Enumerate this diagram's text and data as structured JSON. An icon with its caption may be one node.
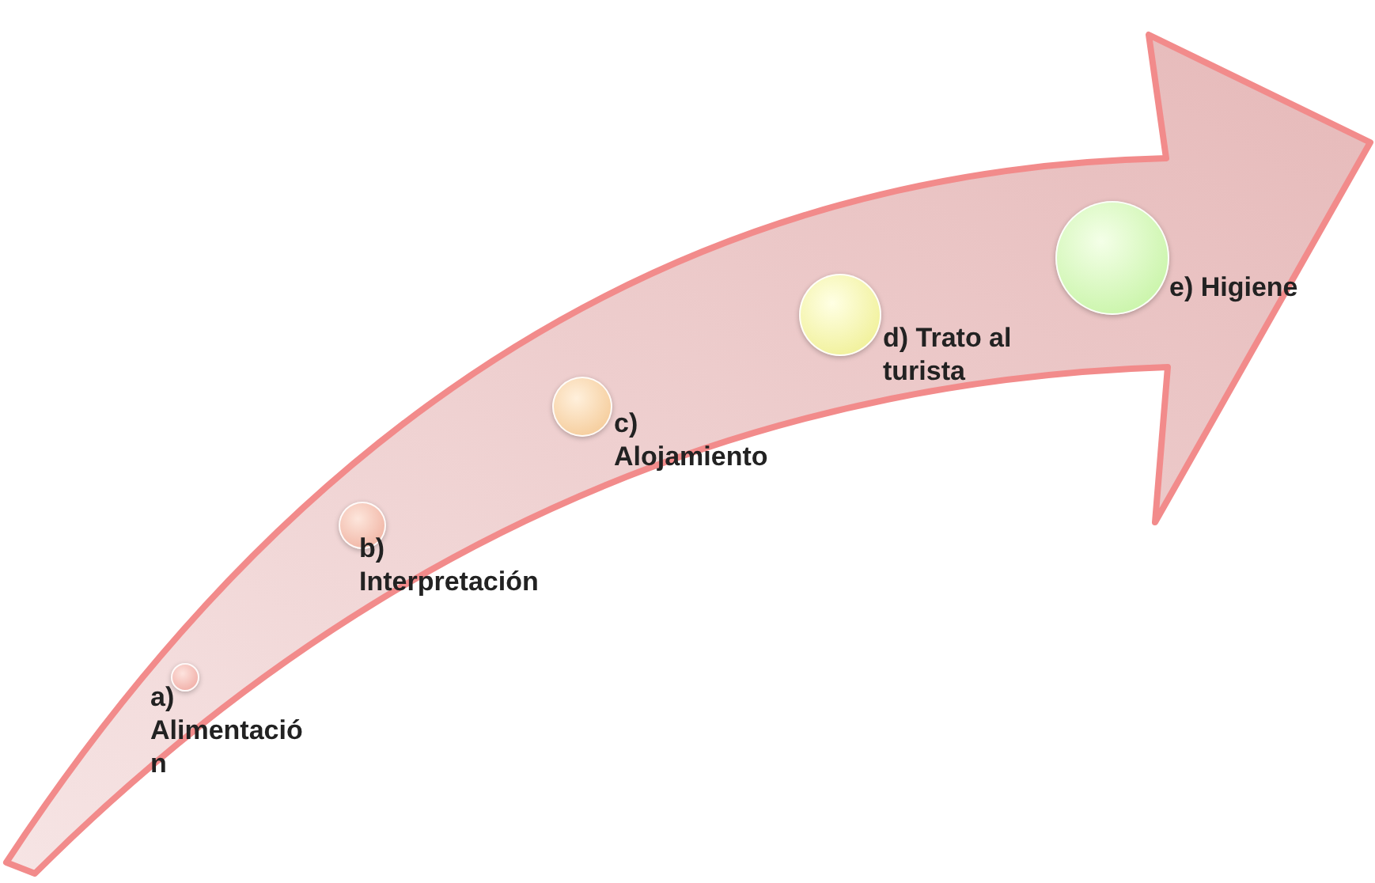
{
  "diagram": {
    "nodes": [
      {
        "text": [],
        "shape": "arrow"
      },
      {
        "text": [],
        "shape": "circle",
        "in": 0,
        "beside": [
          "a) Alimentación"
        ]
      },
      {
        "text": [],
        "shape": "circle",
        "in": 0,
        "beside": [
          "b) Interpretación"
        ]
      },
      {
        "text": [],
        "shape": "circle",
        "in": 0,
        "beside": [
          "c) Alojamiento"
        ]
      },
      {
        "text": [],
        "shape": "circle",
        "in": 0,
        "beside": [
          "d) Trato al turista"
        ]
      },
      {
        "text": [],
        "shape": "circle",
        "in": 0,
        "beside": [
          "e) Higiene"
        ]
      }
    ]
  }
}
